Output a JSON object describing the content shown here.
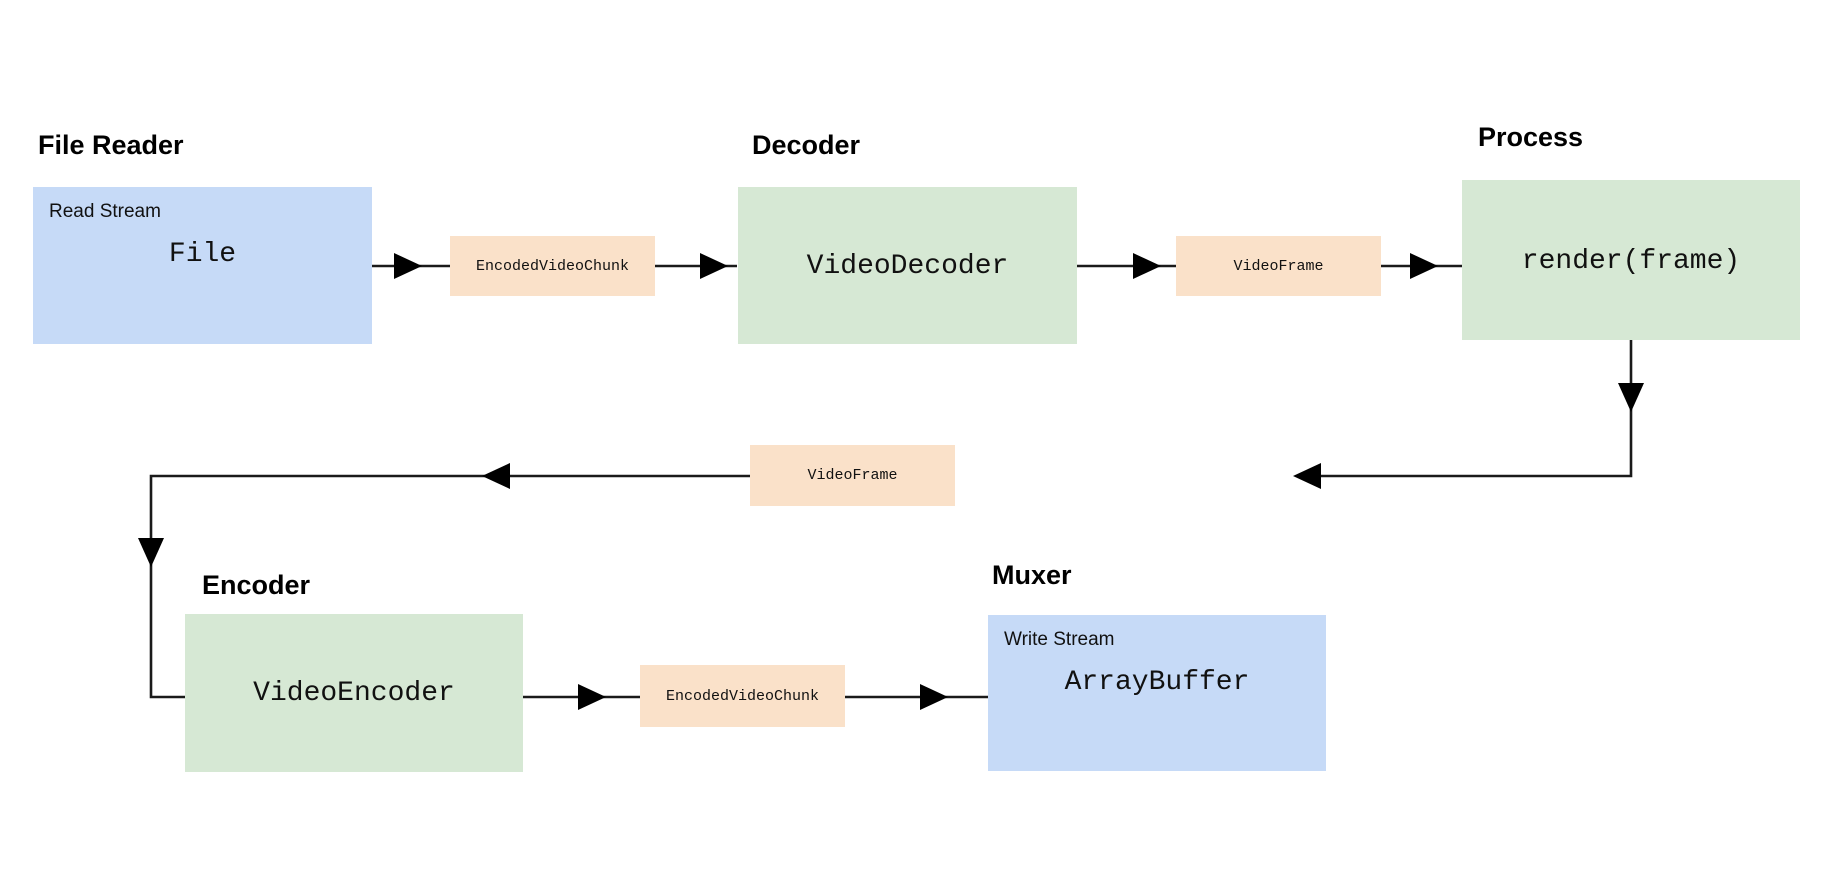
{
  "diagram": {
    "title_decoder": "Decoder",
    "sections": [
      {
        "id": "file-reader",
        "title": "File Reader"
      },
      {
        "id": "decoder",
        "title": "Decoder"
      },
      {
        "id": "process",
        "title": "Process"
      },
      {
        "id": "encoder",
        "title": "Encoder"
      },
      {
        "id": "muxer",
        "title": "Muxer"
      }
    ],
    "nodes": [
      {
        "id": "file",
        "section": "File Reader",
        "sublabel": "Read Stream",
        "label": "File",
        "color": "#c6daf7",
        "kind": "blue"
      },
      {
        "id": "video-decoder",
        "section": "Decoder",
        "sublabel": "",
        "label": "VideoDecoder",
        "color": "#d6e8d4",
        "kind": "green"
      },
      {
        "id": "render-frame",
        "section": "Process",
        "sublabel": "",
        "label": "render(frame)",
        "color": "#d6e8d4",
        "kind": "green"
      },
      {
        "id": "video-encoder",
        "section": "Encoder",
        "sublabel": "",
        "label": "VideoEncoder",
        "color": "#d6e8d4",
        "kind": "green"
      },
      {
        "id": "array-buffer",
        "section": "Muxer",
        "sublabel": "Write Stream",
        "label": "ArrayBuffer",
        "color": "#c6daf7",
        "kind": "blue"
      }
    ],
    "payload_labels": [
      {
        "id": "chunk-top",
        "label": "EncodedVideoChunk",
        "color": "#fae1c9"
      },
      {
        "id": "frame-top",
        "label": "VideoFrame",
        "color": "#fae1c9"
      },
      {
        "id": "frame-mid",
        "label": "VideoFrame",
        "color": "#fae1c9"
      },
      {
        "id": "chunk-bot",
        "label": "EncodedVideoChunk",
        "color": "#fae1c9"
      }
    ],
    "colors": {
      "blue_fill": "#c6daf7",
      "green_fill": "#d6e8d4",
      "orange_fill": "#fae1c9",
      "stroke": "#1a1a1a",
      "background": "#ffffff",
      "text": "#111111"
    }
  }
}
